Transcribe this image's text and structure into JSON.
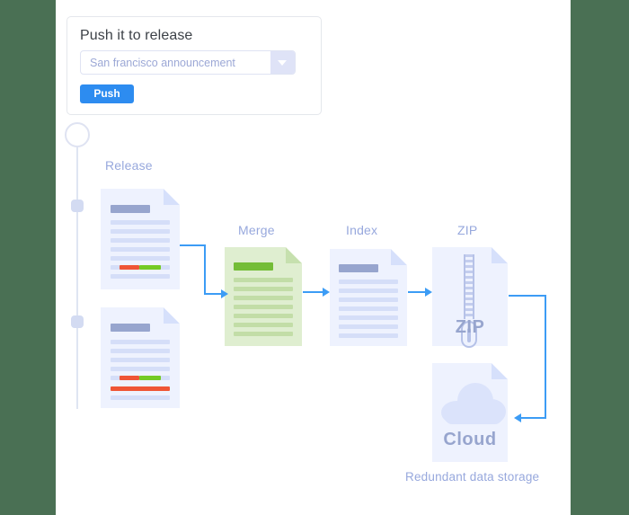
{
  "theme": {
    "page_background": "#4a7054",
    "canvas_background": "#ffffff",
    "accent_blue": "#2d8cf0",
    "connector_blue": "#3c9cf5",
    "doc_blue": "#eef2fe",
    "doc_green": "#dfeed0",
    "label_color": "#97a8dd",
    "highlight_red": "#ef5535",
    "highlight_green": "#74ca24"
  },
  "panel": {
    "title": "Push it to release",
    "select": {
      "value": "San francisco announcement",
      "placeholder": "San francisco announcement",
      "arrow_icon": "chevron-down-icon"
    },
    "button": {
      "label": "Push"
    }
  },
  "timeline": {
    "start_marker_icon": "circle-outline-icon",
    "dot_icon": "rounded-square-dot-icon"
  },
  "diagram": {
    "nodes": [
      {
        "id": "release-1",
        "caption": "Release",
        "kind": "document",
        "color": "blue"
      },
      {
        "id": "release-2",
        "caption": "",
        "kind": "document",
        "color": "blue"
      },
      {
        "id": "merge",
        "caption": "Merge",
        "kind": "document",
        "color": "green"
      },
      {
        "id": "index",
        "caption": "Index",
        "kind": "document",
        "color": "blue"
      },
      {
        "id": "zip",
        "caption": "ZIP",
        "kind": "archive",
        "badge": "ZIP",
        "icon": "zipper-icon"
      },
      {
        "id": "cloud",
        "caption": "",
        "kind": "cloud",
        "badge": "Cloud",
        "icon": "cloud-icon",
        "sublabel": "Redundant data storage"
      }
    ],
    "edges": [
      {
        "from": "release-1",
        "to": "merge"
      },
      {
        "from": "merge",
        "to": "index"
      },
      {
        "from": "index",
        "to": "zip"
      },
      {
        "from": "zip",
        "to": "cloud"
      }
    ]
  }
}
